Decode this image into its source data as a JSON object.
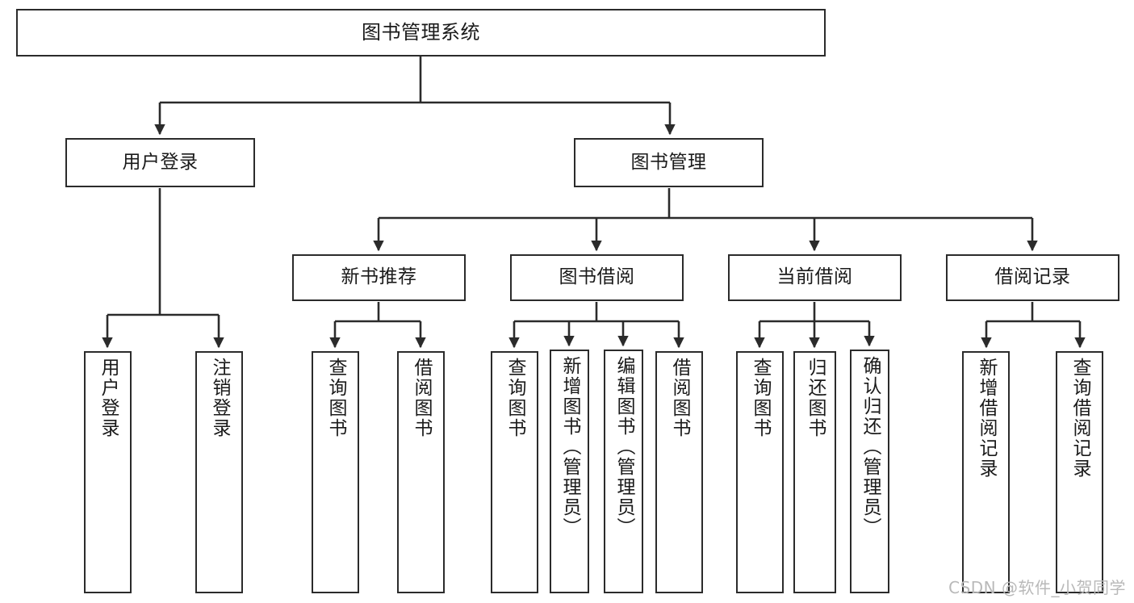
{
  "diagram": {
    "title": "图书管理系统",
    "type": "tree-hierarchy-diagram",
    "colors": {
      "box_border": "#2b2b2b",
      "box_fill": "#ffffff",
      "edge": "#2b2b2b",
      "text": "#1a1a1a",
      "watermark": "#b9b9b9",
      "background": "#ffffff"
    },
    "nodes": {
      "root": {
        "label": "图书管理系统"
      },
      "level2": [
        {
          "id": "user-login",
          "label": "用户登录"
        },
        {
          "id": "book-manage",
          "label": "图书管理"
        }
      ],
      "level3": [
        {
          "id": "new-book-recommend",
          "label": "新书推荐"
        },
        {
          "id": "book-borrow",
          "label": "图书借阅"
        },
        {
          "id": "current-borrow",
          "label": "当前借阅"
        },
        {
          "id": "borrow-record",
          "label": "借阅记录"
        }
      ],
      "leaves": {
        "user_login": [
          {
            "id": "leaf-user-login",
            "label": "用户登录"
          },
          {
            "id": "leaf-user-logout",
            "label": "注销登录"
          }
        ],
        "new_book_recommend": [
          {
            "id": "leaf-query-book-1",
            "label": "查询图书"
          },
          {
            "id": "leaf-borrow-book-1",
            "label": "借阅图书"
          }
        ],
        "book_borrow": [
          {
            "id": "leaf-query-book-2",
            "label": "查询图书"
          },
          {
            "id": "leaf-add-book",
            "label": "新增图书（管理员）"
          },
          {
            "id": "leaf-edit-book",
            "label": "编辑图书（管理员）"
          },
          {
            "id": "leaf-borrow-book-2",
            "label": "借阅图书"
          }
        ],
        "current_borrow": [
          {
            "id": "leaf-query-book-3",
            "label": "查询图书"
          },
          {
            "id": "leaf-return-book",
            "label": "归还图书"
          },
          {
            "id": "leaf-confirm-return",
            "label": "确认归还（管理员）"
          }
        ],
        "borrow_record": [
          {
            "id": "leaf-add-record",
            "label": "新增借阅记录"
          },
          {
            "id": "leaf-query-record",
            "label": "查询借阅记录"
          }
        ]
      }
    },
    "watermark": "CSDN @软件_小贺同学"
  }
}
